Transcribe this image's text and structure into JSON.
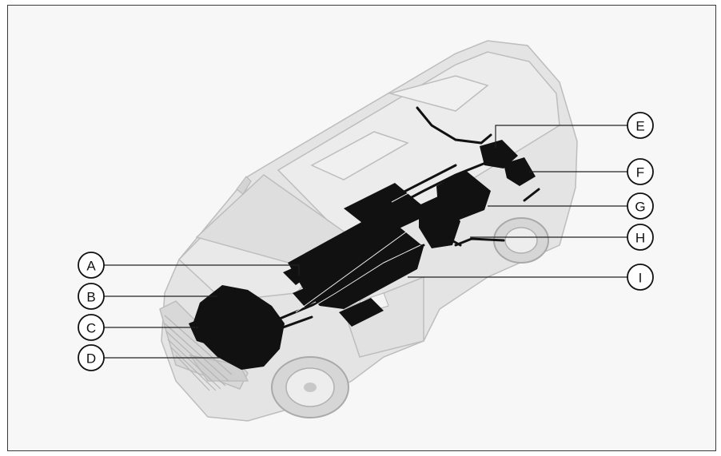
{
  "callouts_left": [
    {
      "letter": "A"
    },
    {
      "letter": "B"
    },
    {
      "letter": "C"
    },
    {
      "letter": "D"
    }
  ],
  "callouts_right": [
    {
      "letter": "E"
    },
    {
      "letter": "F"
    },
    {
      "letter": "G"
    },
    {
      "letter": "H"
    },
    {
      "letter": "I"
    }
  ],
  "colors": {
    "background": "#f7f7f7",
    "vehicle_body": "#e4e4e4",
    "vehicle_outline": "#bdbdbd",
    "components": "#111111",
    "leader_line": "#222222"
  }
}
